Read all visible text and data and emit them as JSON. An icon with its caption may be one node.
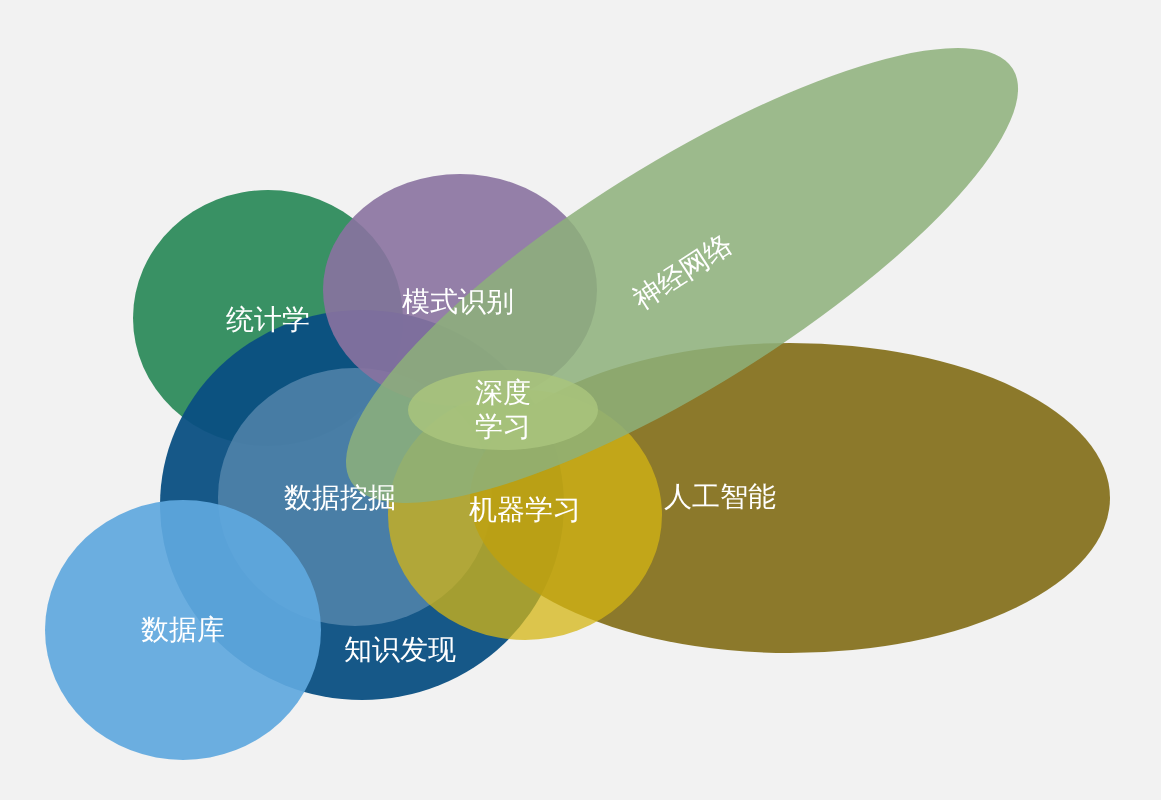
{
  "diagram": {
    "nodes": [
      {
        "text": [
          "统计学"
        ]
      },
      {
        "text": [
          "模式识别"
        ]
      },
      {
        "text": [
          "神经网络"
        ]
      },
      {
        "text": [
          "深度学习"
        ],
        "in": 2
      },
      {
        "text": [
          "知识发现"
        ]
      },
      {
        "text": [
          "数据挖掘"
        ],
        "in": 4
      },
      {
        "text": [
          "机器学习"
        ]
      },
      {
        "text": [
          "人工智能"
        ]
      },
      {
        "text": [
          "数据库"
        ]
      }
    ]
  }
}
